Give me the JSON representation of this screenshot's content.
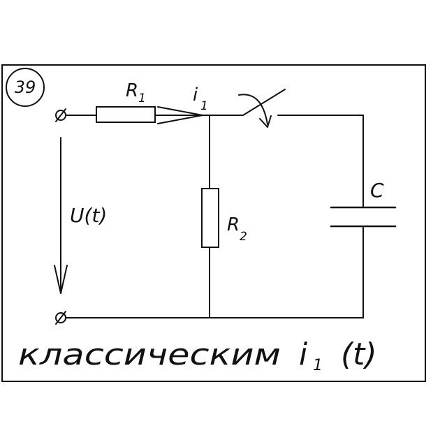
{
  "problem_number": "39",
  "labels": {
    "r1": "R",
    "r1_sub": "1",
    "i1": "i",
    "i1_sub": "1",
    "r2": "R",
    "r2_sub": "2",
    "c": "C",
    "u": "U(t)"
  },
  "caption": {
    "method": "классическим",
    "current": "i",
    "current_sub": "1",
    "argument": "(t)"
  }
}
